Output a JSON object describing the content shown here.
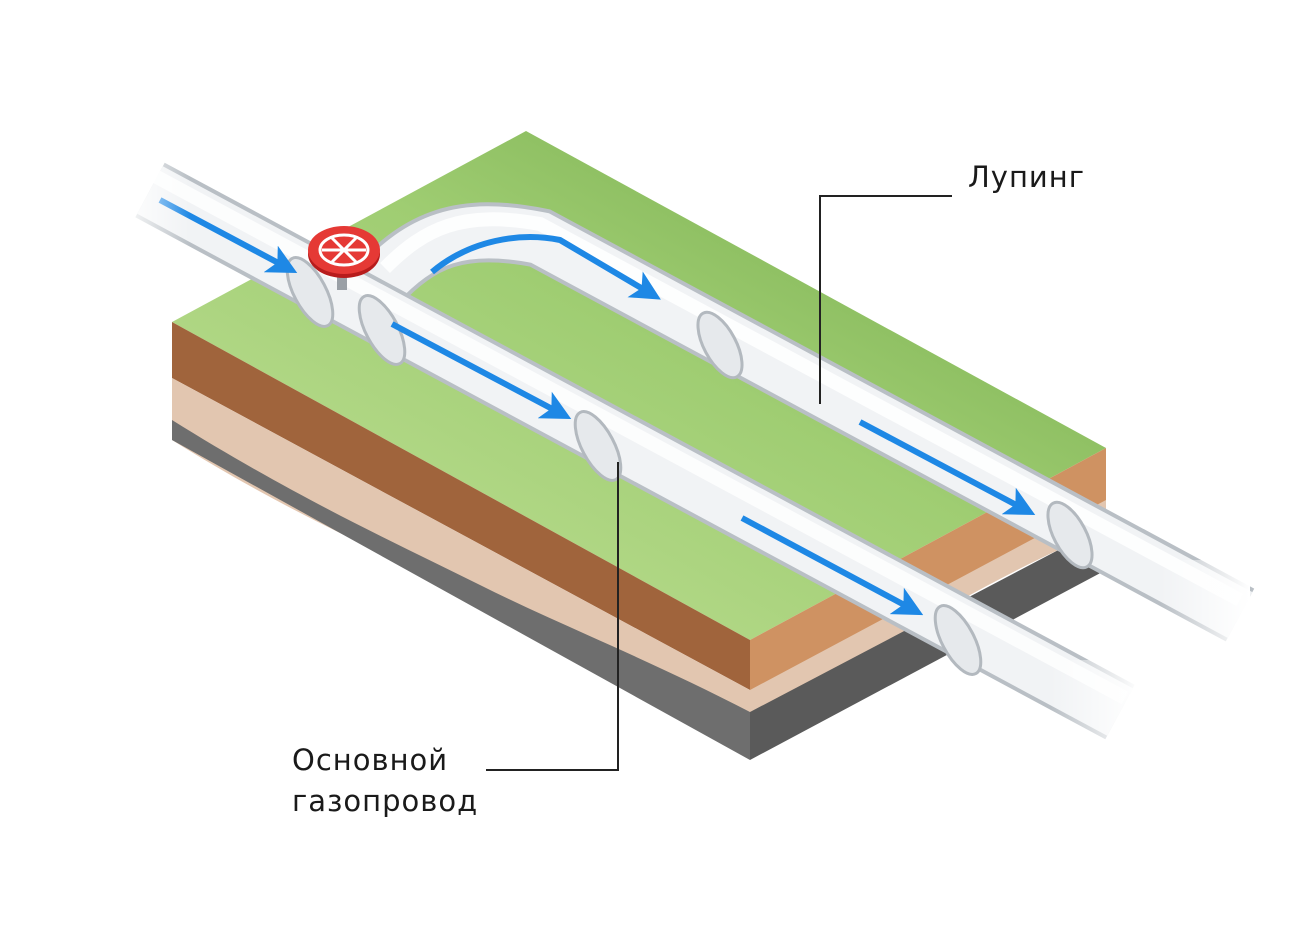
{
  "labels": {
    "looping": "Лупинг",
    "main_line1": "Основной",
    "main_line2": "газопровод"
  },
  "colors": {
    "grass_light": "#b4d88a",
    "grass_dark": "#6fa944",
    "soil_brown": "#a0643c",
    "soil_orange": "#cf9262",
    "sand_layer": "#e2c6b0",
    "rock_grey": "#6e6e6e",
    "pipe_white": "#f4f5f6",
    "pipe_shade": "#c9ced3",
    "flow_arrow": "#1e88e5",
    "valve_red": "#e53935",
    "leader_line": "#222222"
  },
  "icons": [
    "valve-wheel-icon",
    "flow-arrow-icon"
  ]
}
